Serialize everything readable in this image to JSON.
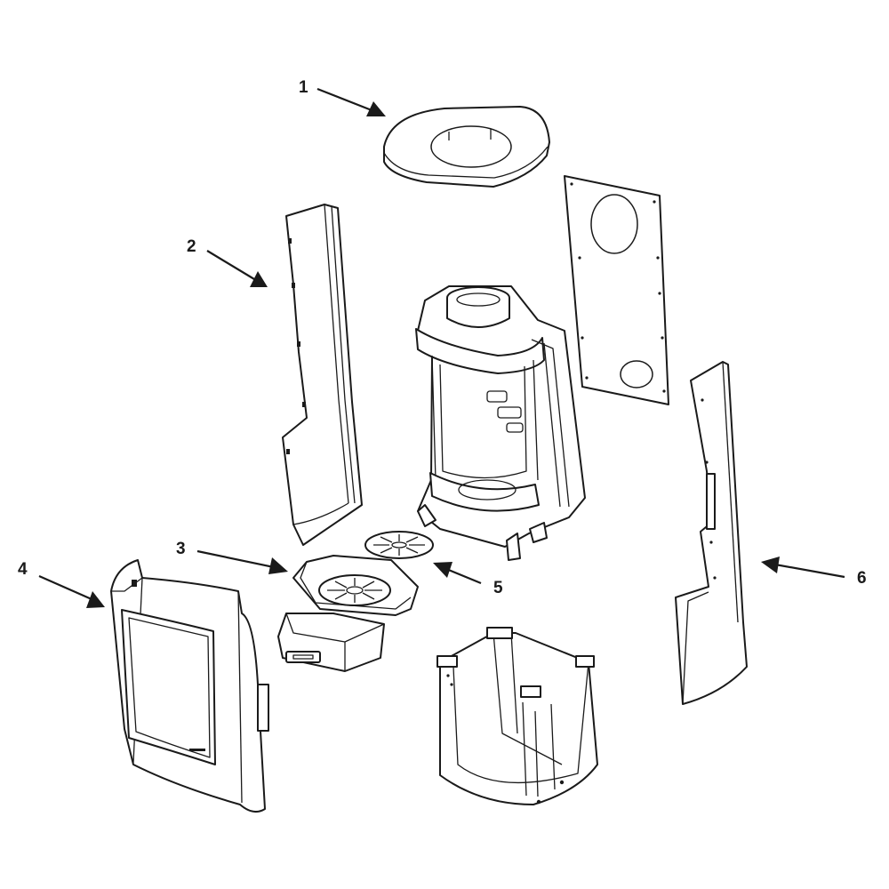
{
  "diagram": {
    "type": "exploded-view",
    "callouts": [
      {
        "id": "callout-1",
        "label": "1"
      },
      {
        "id": "callout-2",
        "label": "2"
      },
      {
        "id": "callout-3",
        "label": "3"
      },
      {
        "id": "callout-4",
        "label": "4"
      },
      {
        "id": "callout-5",
        "label": "5"
      },
      {
        "id": "callout-6",
        "label": "6"
      }
    ],
    "colors": {
      "line": "#1a1a1a",
      "fill": "#ffffff"
    }
  }
}
